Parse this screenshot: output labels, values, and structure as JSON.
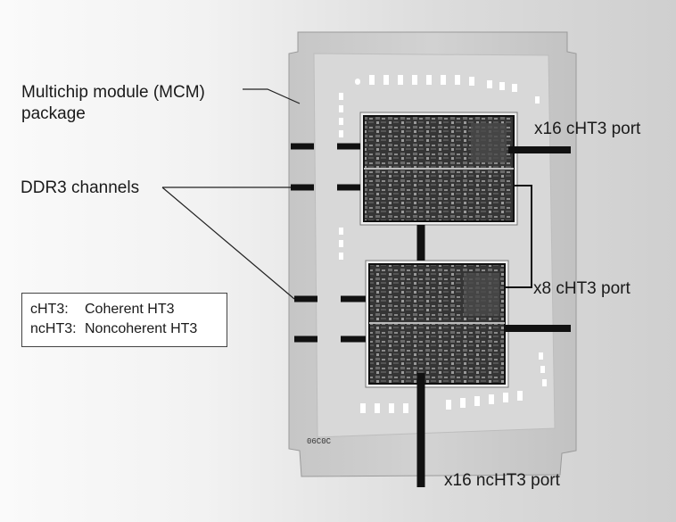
{
  "labels": {
    "mcm_line1": "Multichip module (MCM)",
    "mcm_line2": "package",
    "ddr3": "DDR3 channels",
    "x16_cht3": "x16 cHT3 port",
    "x8_cht3": "x8 cHT3 port",
    "x16_ncht3": "x16 ncHT3 port"
  },
  "legend": {
    "rows": [
      {
        "abbr": "cHT3:",
        "meaning": "Coherent HT3"
      },
      {
        "abbr": "ncHT3:",
        "meaning": "Noncoherent HT3"
      }
    ]
  },
  "die_marking": "06C0C",
  "colors": {
    "package": "#c9c9c9",
    "substrate": "#d6d6d6",
    "die": "#2e2e2e",
    "bus": "#111111",
    "text": "#1a1a1a"
  }
}
